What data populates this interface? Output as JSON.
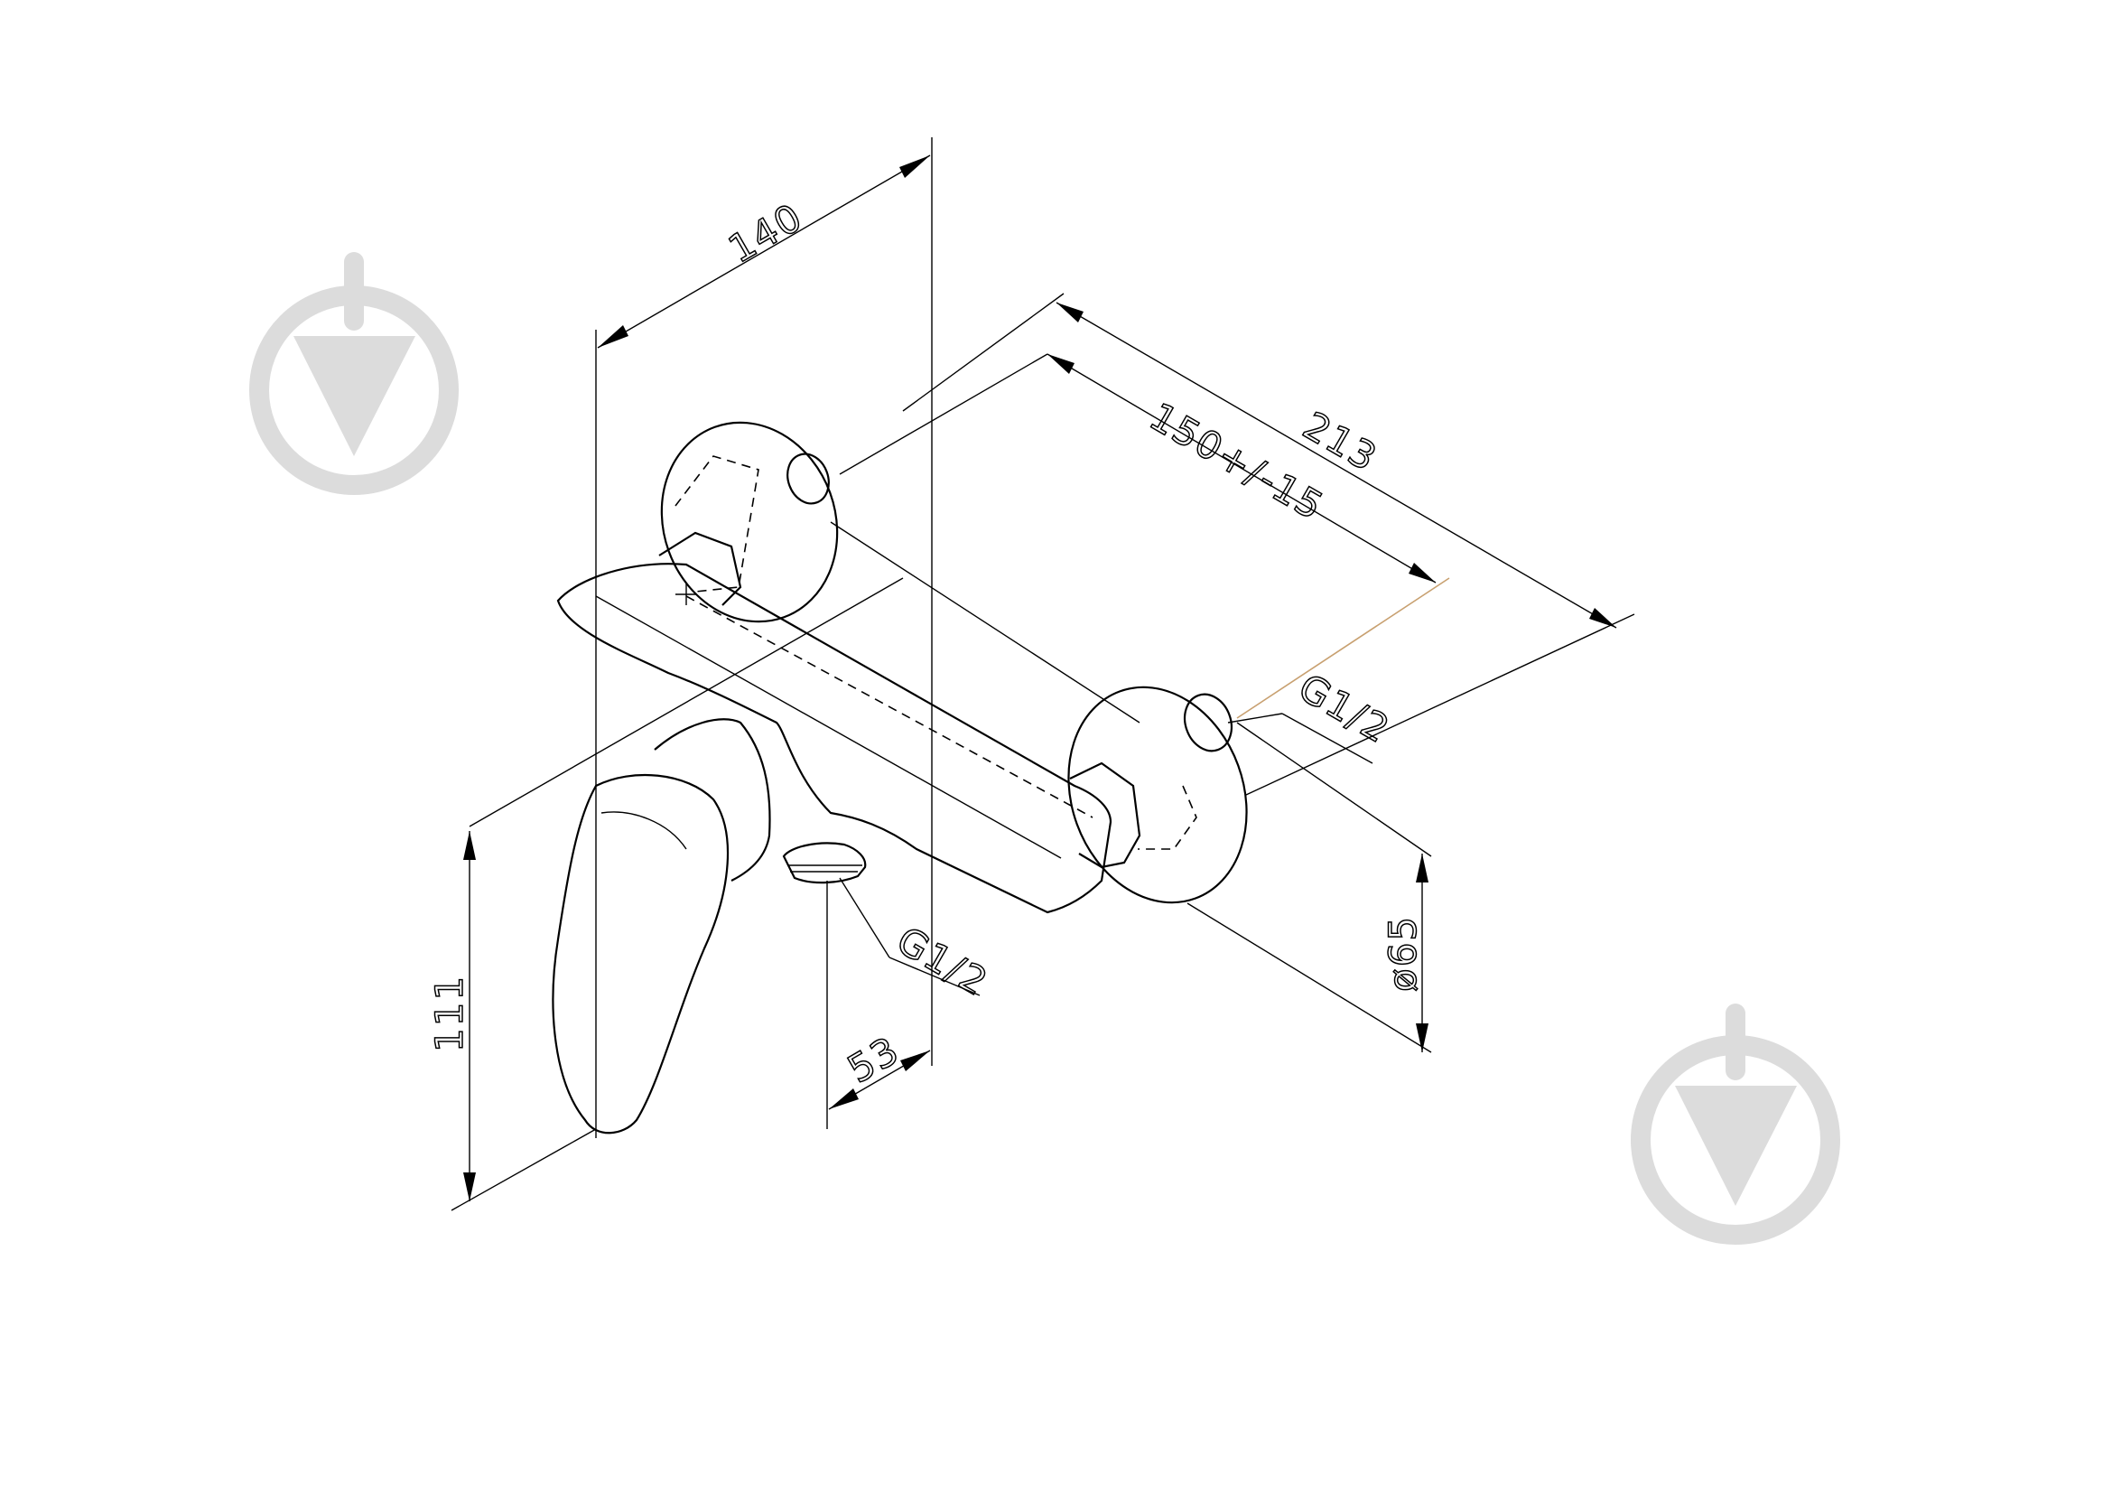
{
  "dimensions": {
    "width_140": "140",
    "length_213": "213",
    "centers_150": "150+/-15",
    "height_111": "111",
    "offset_53": "53",
    "rosette_65": "ø65",
    "thread_side": "G1/2",
    "thread_bottom": "G1/2"
  },
  "colors": {
    "line": "#000000",
    "watermark": "#dcdcdc",
    "leader_accent": "#c8a070"
  },
  "watermark_icon": "drop-shield-icon"
}
